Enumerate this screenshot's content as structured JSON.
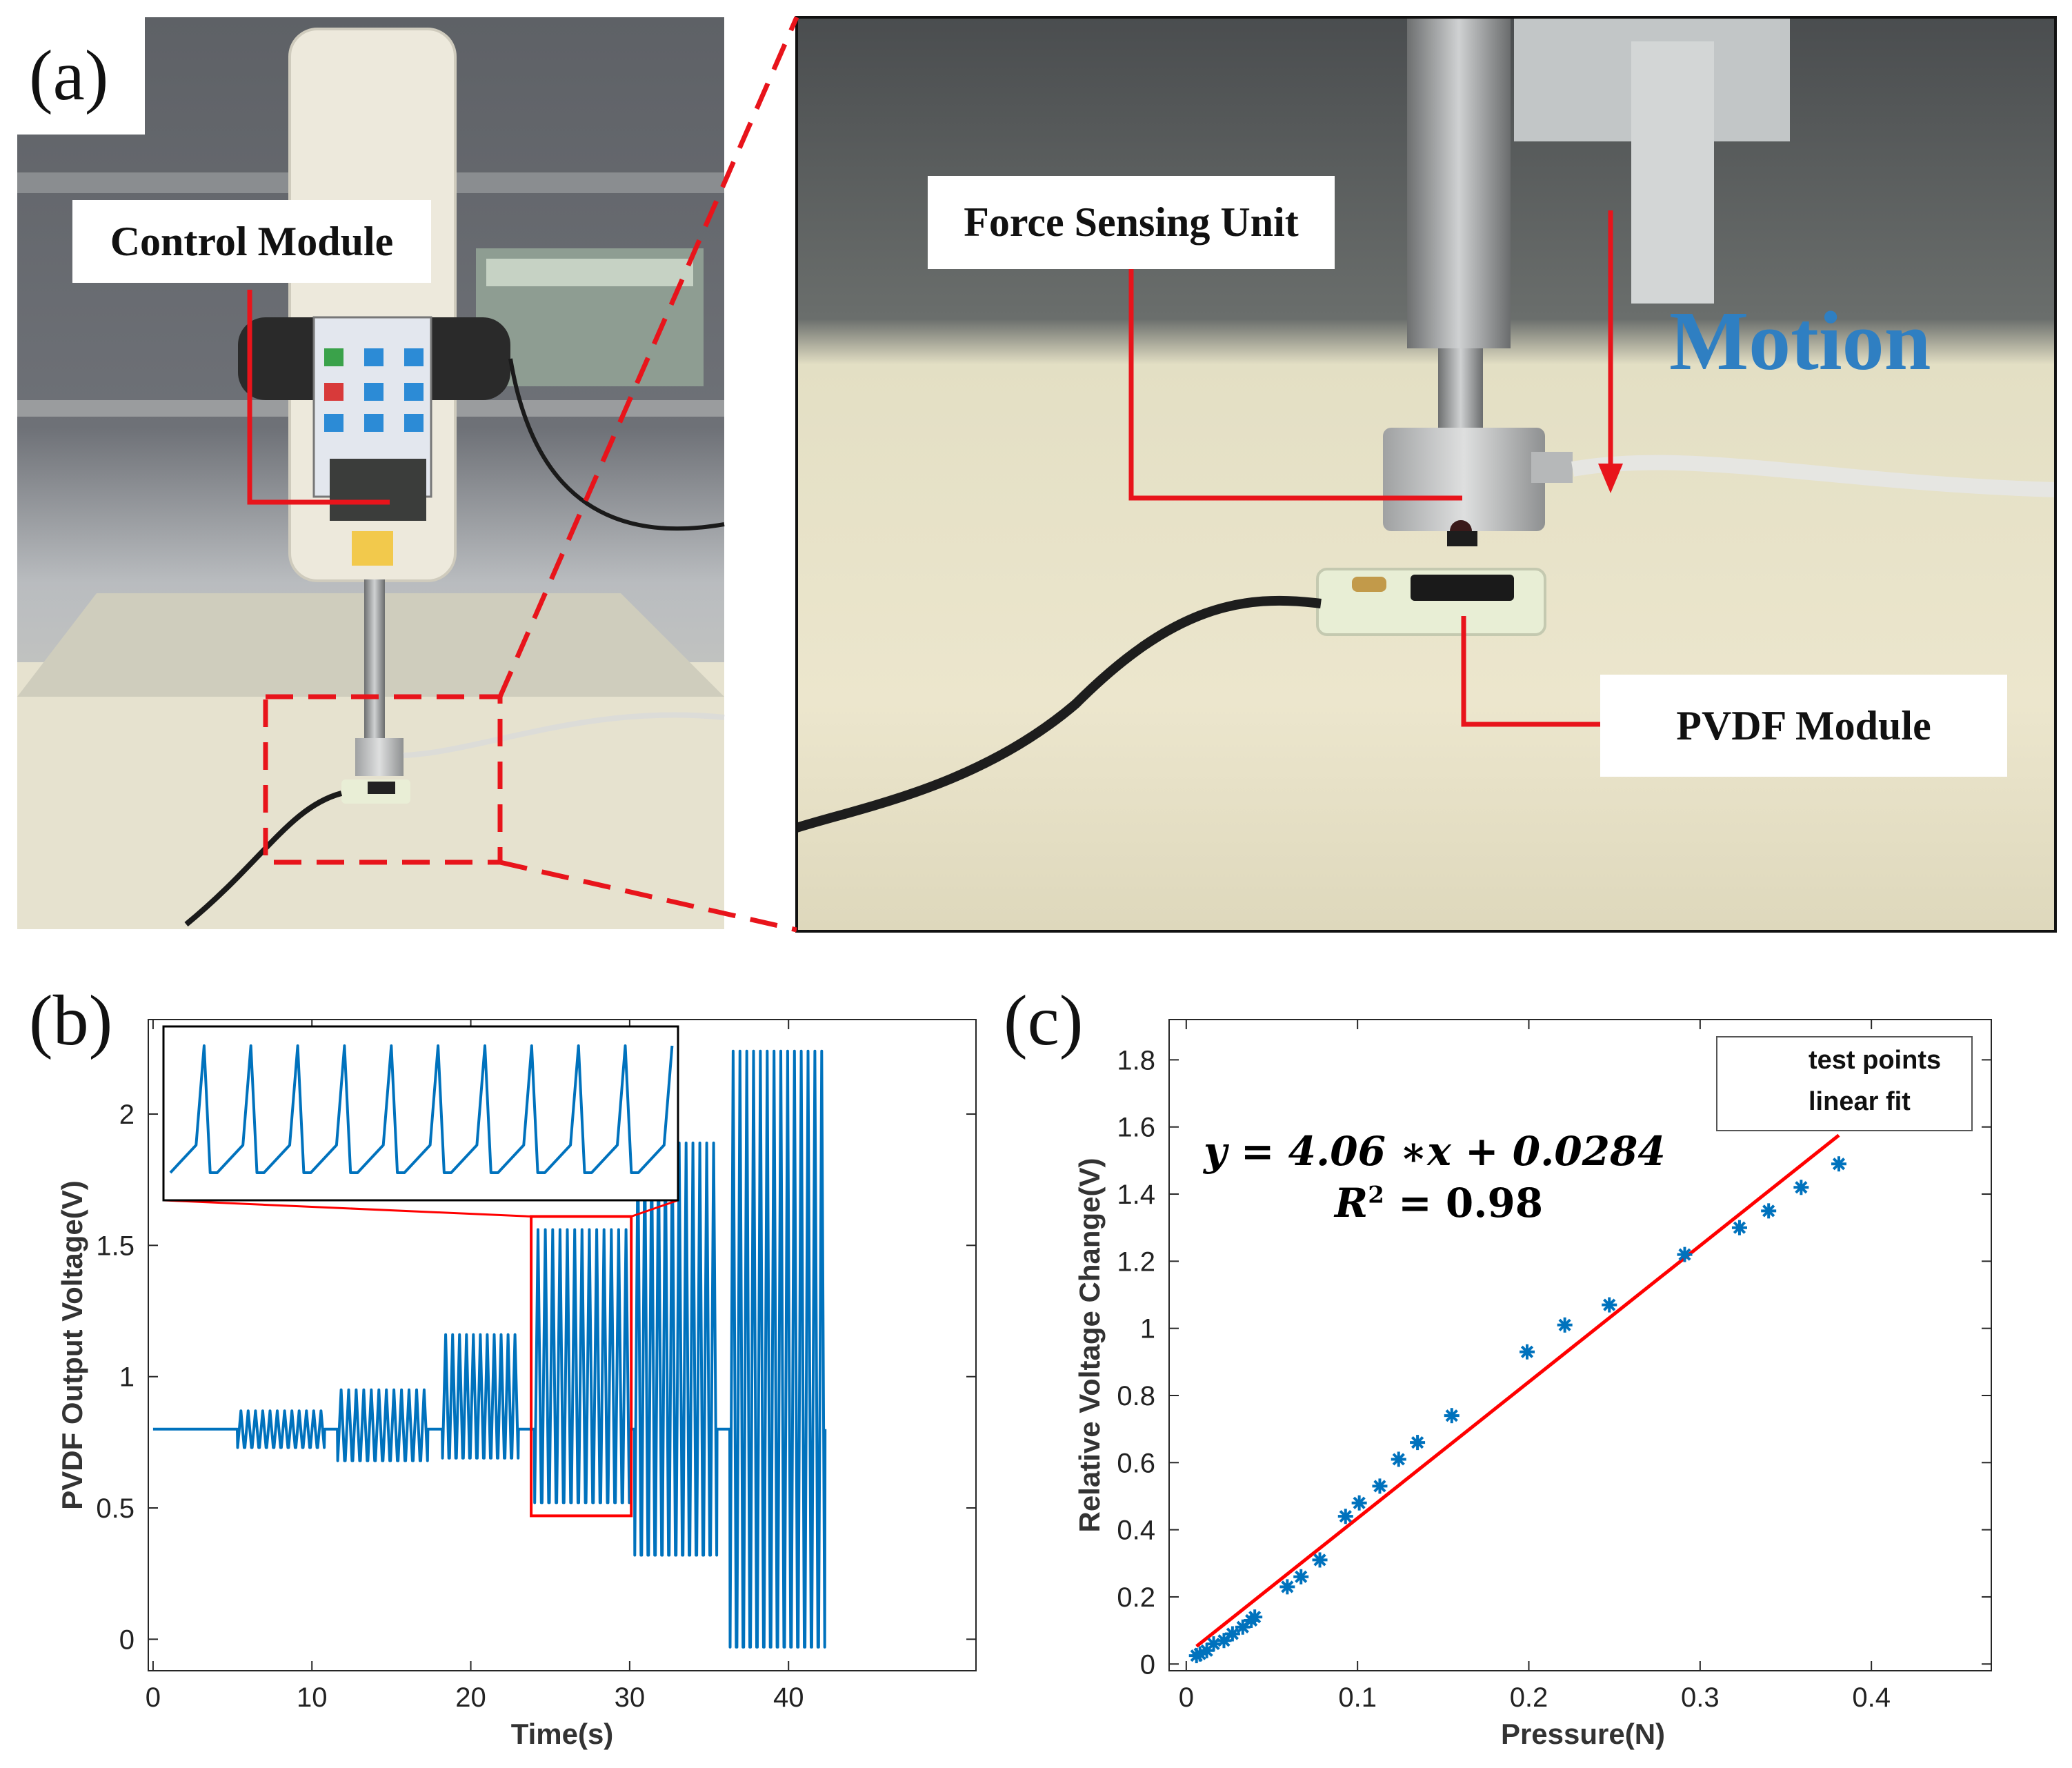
{
  "panels": {
    "a": {
      "letter": "(a)",
      "labels": {
        "control_module": "Control Module",
        "force_sensing_unit": "Force Sensing Unit",
        "pvdf_module": "PVDF Module",
        "motion": "Motion"
      }
    },
    "b": {
      "letter": "(b)"
    },
    "c": {
      "letter": "(c)"
    }
  },
  "colors": {
    "series_blue": "#0072BD",
    "fit_red": "#FF0000",
    "annotation_red": "#E8141B",
    "motion_blue": "#2F7FC2"
  },
  "chart_data": [
    {
      "id": "b",
      "type": "line",
      "xlabel": "Time(s)",
      "ylabel": "PVDF Output Voltage(V)",
      "xlim": [
        -0.3,
        51.8
      ],
      "ylim": [
        -0.12,
        2.36
      ],
      "xticks": [
        0,
        10,
        20,
        30,
        40
      ],
      "yticks": [
        0,
        0.5,
        1,
        1.5,
        2
      ],
      "xtick_labels": [
        "0",
        "10",
        "20",
        "30",
        "40"
      ],
      "ytick_labels": [
        "0",
        "0.5",
        "1",
        "1.5",
        "2"
      ],
      "baseline": 0.8,
      "segments": [
        {
          "t_start": 5.3,
          "t_end": 10.8,
          "max": 0.87,
          "min": 0.73,
          "cycles": 12
        },
        {
          "t_start": 11.6,
          "t_end": 17.3,
          "max": 0.95,
          "min": 0.68,
          "cycles": 12
        },
        {
          "t_start": 18.2,
          "t_end": 23.0,
          "max": 1.16,
          "min": 0.69,
          "cycles": 11
        },
        {
          "t_start": 24.0,
          "t_end": 30.0,
          "max": 1.56,
          "min": 0.52,
          "cycles": 13
        },
        {
          "t_start": 30.3,
          "t_end": 35.5,
          "max": 1.89,
          "min": 0.32,
          "cycles": 12
        },
        {
          "t_start": 36.3,
          "t_end": 42.3,
          "max": 2.24,
          "min": -0.03,
          "cycles": 14
        }
      ],
      "zoom_box": {
        "t_range": [
          23.8,
          30.1
        ],
        "v_range": [
          0.47,
          1.61
        ]
      },
      "inset": {
        "peaks": 11
      }
    },
    {
      "id": "c",
      "type": "scatter",
      "xlabel": "Pressure(N)",
      "ylabel": "Relative Voltage Change(V)",
      "xlim": [
        -0.01,
        0.47
      ],
      "ylim": [
        -0.02,
        1.92
      ],
      "xticks": [
        0,
        0.1,
        0.2,
        0.3,
        0.4
      ],
      "yticks": [
        0,
        0.2,
        0.4,
        0.6,
        0.8,
        1,
        1.2,
        1.4,
        1.6,
        1.8
      ],
      "xtick_labels": [
        "0",
        "0.1",
        "0.2",
        "0.3",
        "0.4"
      ],
      "ytick_labels": [
        "0",
        "0.2",
        "0.4",
        "0.6",
        "0.8",
        "1",
        "1.2",
        "1.4",
        "1.6",
        "1.8"
      ],
      "legend": {
        "position": "top-right",
        "entries": [
          "test points",
          "linear fit"
        ]
      },
      "series": [
        {
          "name": "test points",
          "marker": "*",
          "x": [
            0.006,
            0.008,
            0.012,
            0.016,
            0.022,
            0.027,
            0.033,
            0.038,
            0.04,
            0.059,
            0.067,
            0.078,
            0.093,
            0.101,
            0.113,
            0.124,
            0.135,
            0.155,
            0.199,
            0.221,
            0.247,
            0.291,
            0.323,
            0.34,
            0.359,
            0.381
          ],
          "y": [
            0.025,
            0.03,
            0.04,
            0.06,
            0.07,
            0.09,
            0.11,
            0.13,
            0.14,
            0.23,
            0.26,
            0.31,
            0.44,
            0.48,
            0.53,
            0.61,
            0.66,
            0.74,
            0.93,
            1.01,
            1.07,
            1.22,
            1.3,
            1.35,
            1.42,
            1.49
          ]
        },
        {
          "name": "linear fit",
          "slope": 4.06,
          "intercept": 0.0284,
          "x_range": [
            0.006,
            0.381
          ]
        }
      ],
      "annotation": {
        "equation": "y = 4.06 ∗x + 0.0284",
        "r2_label": "R",
        "r2_exp": "2",
        "r2_value": " = 0.98"
      }
    }
  ]
}
